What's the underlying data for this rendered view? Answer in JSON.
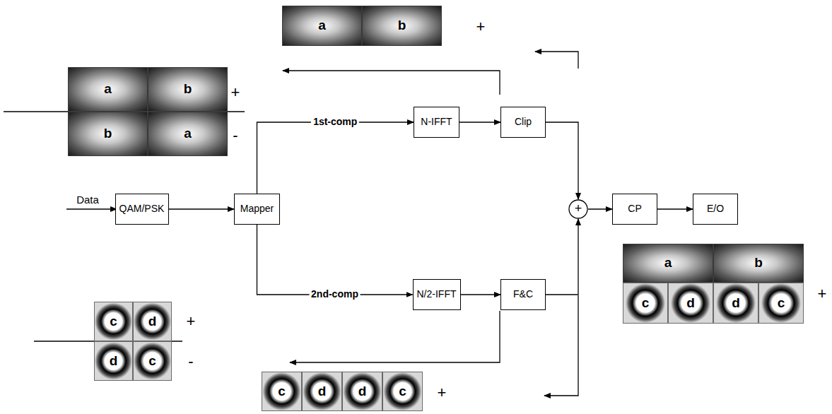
{
  "diagram": {
    "nodes": [
      {
        "text": [
          "a"
        ]
      },
      {
        "text": [
          "b"
        ]
      },
      {
        "text": [
          "a"
        ]
      },
      {
        "text": [
          "b"
        ]
      },
      {
        "text": [
          "b"
        ]
      },
      {
        "text": [
          "a"
        ]
      },
      {
        "text": [
          "N-IFFT"
        ]
      },
      {
        "text": [
          "Clip"
        ]
      },
      {
        "text": [
          "QAM/PSK"
        ]
      },
      {
        "text": [
          "Mapper"
        ]
      },
      {
        "text": [
          "+"
        ]
      },
      {
        "text": [
          "CP"
        ]
      },
      {
        "text": [
          "E/O"
        ]
      },
      {
        "text": [
          "a"
        ]
      },
      {
        "text": [
          "b"
        ]
      },
      {
        "text": [
          "c"
        ]
      },
      {
        "text": [
          "d"
        ]
      },
      {
        "text": [
          "d"
        ]
      },
      {
        "text": [
          "c"
        ]
      },
      {
        "text": [
          "N/2-IFFT"
        ]
      },
      {
        "text": [
          "F&C"
        ]
      },
      {
        "text": [
          "c"
        ]
      },
      {
        "text": [
          "d"
        ]
      },
      {
        "text": [
          "d"
        ]
      },
      {
        "text": [
          "c"
        ]
      },
      {
        "text": [
          "c"
        ]
      },
      {
        "text": [
          "d"
        ]
      },
      {
        "text": [
          "d"
        ]
      },
      {
        "text": [
          "c"
        ]
      }
    ],
    "edges": [
      {
        "from": 8,
        "to": 9,
        "arrow": "to"
      },
      {
        "from": 9,
        "to": 6,
        "label": "1st-comp",
        "arrow": "to"
      },
      {
        "from": 9,
        "to": 19,
        "label": "2nd-comp",
        "arrow": "to"
      },
      {
        "from": 6,
        "to": 7,
        "arrow": "to"
      },
      {
        "from": 19,
        "to": 20,
        "arrow": "to"
      },
      {
        "from": 7,
        "to": 10,
        "arrow": "to"
      },
      {
        "from": 20,
        "to": 10,
        "arrow": "to"
      },
      {
        "from": 10,
        "to": 11,
        "arrow": "to"
      },
      {
        "from": 11,
        "to": 12,
        "arrow": "to"
      }
    ],
    "labels": [
      "+",
      "+",
      "-",
      "Data",
      "+",
      "+",
      "-",
      "+"
    ]
  }
}
